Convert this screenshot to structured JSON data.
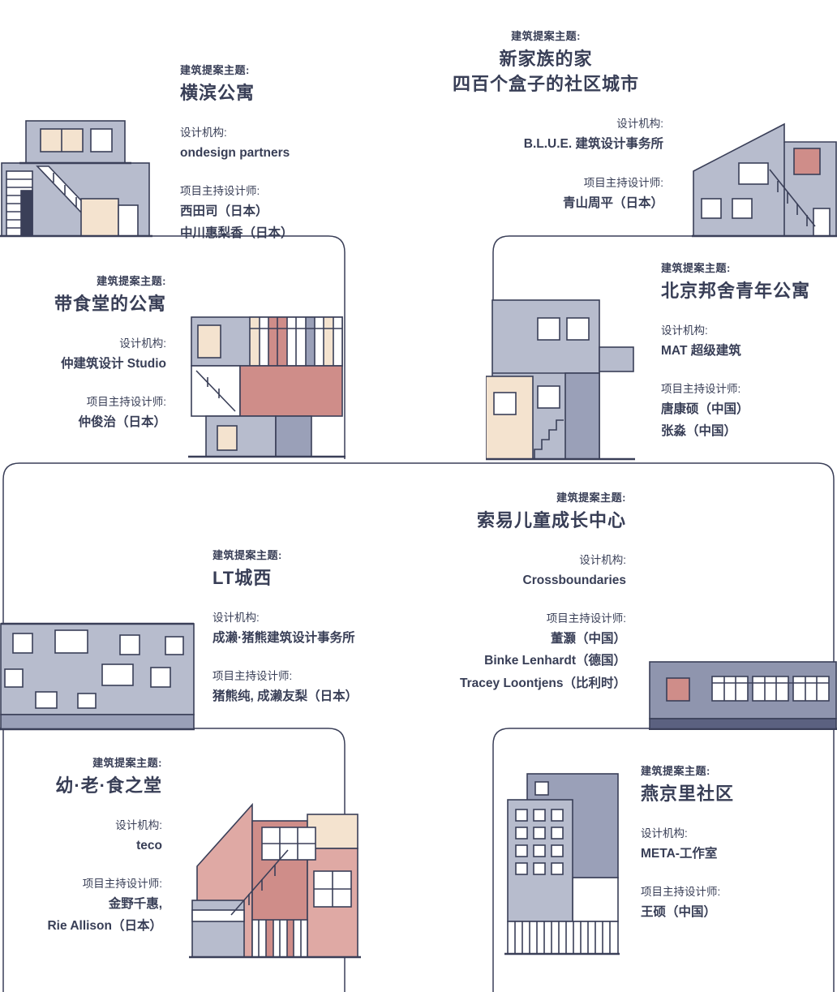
{
  "page": {
    "background": "#ffffff",
    "text_color": "#383e56",
    "outline_color": "#3a3f58"
  },
  "palette": {
    "light_gray": "#b7bccd",
    "slate": "#9aa0b8",
    "deep_slate": "#8f95ae",
    "dark_base": "#5b6180",
    "peach": "#f4e3cf",
    "pink": "#cf8d89",
    "light_pink": "#dfa9a4",
    "white": "#ffffff",
    "navy": "#3a3f58"
  },
  "projects": [
    {
      "key": "yokohama-apartment",
      "theme_label": "建筑提案主题:",
      "title_lines": [
        "横滨公寓"
      ],
      "org_label": "设计机构:",
      "org_lines": [
        "ondesign partners"
      ],
      "designer_label": "项目主持设计师:",
      "designer_lines": [
        "西田司（日本）",
        "中川惠梨香（日本）"
      ],
      "illustration": "yokohama-apartment-building"
    },
    {
      "key": "new-family-home",
      "theme_label": "建筑提案主题:",
      "title_lines": [
        "新家族的家",
        "四百个盒子的社区城市"
      ],
      "org_label": "设计机构:",
      "org_lines": [
        "B.L.U.E. 建筑设计事务所"
      ],
      "designer_label": "项目主持设计师:",
      "designer_lines": [
        "青山周平（日本）"
      ],
      "illustration": "box-community-building"
    },
    {
      "key": "canteen-apartment",
      "theme_label": "建筑提案主题:",
      "title_lines": [
        "带食堂的公寓"
      ],
      "org_label": "设计机构:",
      "org_lines": [
        "仲建筑设计 Studio"
      ],
      "designer_label": "项目主持设计师:",
      "designer_lines": [
        "仲俊治（日本）"
      ],
      "illustration": "canteen-apartment-building"
    },
    {
      "key": "beijing-bangshe",
      "theme_label": "建筑提案主题:",
      "title_lines": [
        "北京邦舍青年公寓"
      ],
      "org_label": "设计机构:",
      "org_lines": [
        "MAT 超级建筑"
      ],
      "designer_label": "项目主持设计师:",
      "designer_lines": [
        "唐康硕（中国）",
        "张淼（中国）"
      ],
      "illustration": "bangshe-youth-apartment-building"
    },
    {
      "key": "lt-chengxi",
      "theme_label": "建筑提案主题:",
      "title_lines": [
        "LT城西"
      ],
      "org_label": "设计机构:",
      "org_lines": [
        "成濑·猪熊建筑设计事务所"
      ],
      "designer_label": "项目主持设计师:",
      "designer_lines": [
        "猪熊纯, 成濑友梨（日本）"
      ],
      "illustration": "lt-chengxi-building"
    },
    {
      "key": "soyoo-center",
      "theme_label": "建筑提案主题:",
      "title_lines": [
        "索易儿童成长中心"
      ],
      "org_label": "设计机构:",
      "org_lines": [
        "Crossboundaries"
      ],
      "designer_label": "项目主持设计师:",
      "designer_lines": [
        "董灏（中国）",
        "Binke Lenhardt（德国）",
        "Tracey Loontjens（比利时）"
      ],
      "illustration": "soyoo-children-center-building"
    },
    {
      "key": "youth-elder-canteen",
      "theme_label": "建筑提案主题:",
      "title_lines": [
        "幼·老·食之堂"
      ],
      "org_label": "设计机构:",
      "org_lines": [
        "teco"
      ],
      "designer_label": "项目主持设计师:",
      "designer_lines": [
        "金野千惠,",
        "Rie Allison（日本）"
      ],
      "illustration": "youth-elder-canteen-building"
    },
    {
      "key": "yanjingli",
      "theme_label": "建筑提案主题:",
      "title_lines": [
        "燕京里社区"
      ],
      "org_label": "设计机构:",
      "org_lines": [
        "META-工作室"
      ],
      "designer_label": "项目主持设计师:",
      "designer_lines": [
        "王硕（中国）"
      ],
      "illustration": "yanjingli-community-building"
    }
  ]
}
